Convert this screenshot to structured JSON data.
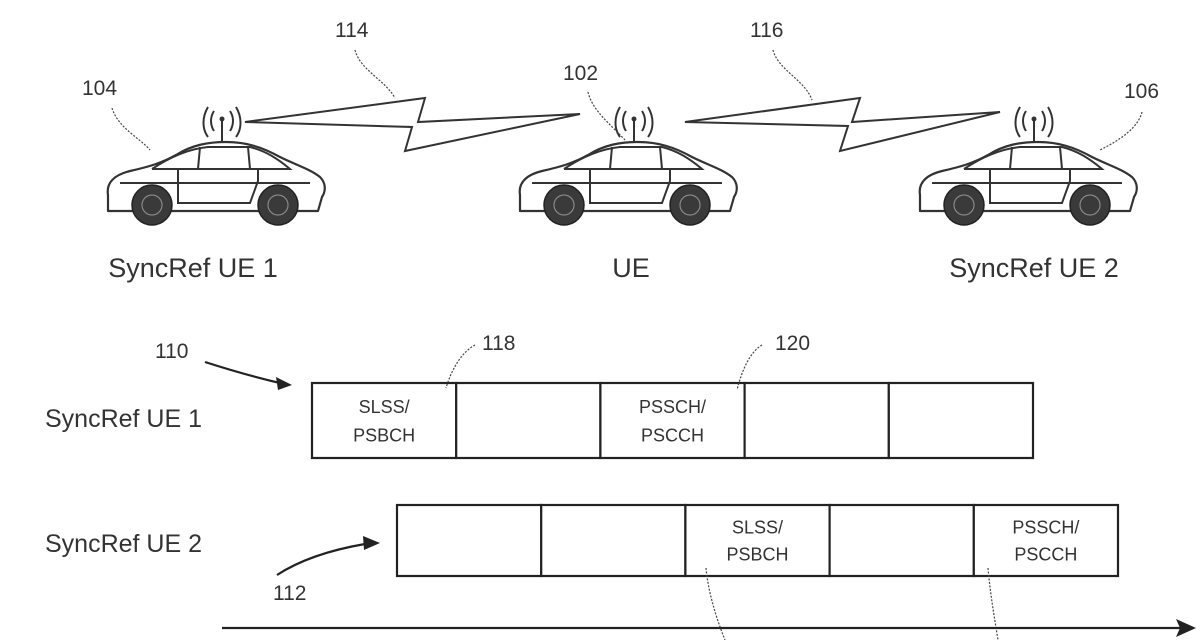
{
  "figure": {
    "vehicles": [
      {
        "id": "syncref-ue-1",
        "label": "SyncRef UE 1",
        "ref": "104"
      },
      {
        "id": "ue",
        "label": "UE",
        "ref": "102"
      },
      {
        "id": "syncref-ue-2",
        "label": "SyncRef UE 2",
        "ref": "106"
      }
    ],
    "links": [
      {
        "ref": "114",
        "from": "SyncRef UE 1",
        "to": "UE"
      },
      {
        "ref": "116",
        "from": "UE",
        "to": "SyncRef UE 2"
      }
    ],
    "timelines": [
      {
        "label": "SyncRef UE 1",
        "ref": "110",
        "slots": [
          {
            "line1": "SLSS/",
            "line2": "PSBCH",
            "ref": "118"
          },
          {
            "line1": "",
            "line2": ""
          },
          {
            "line1": "PSSCH/",
            "line2": "PSCCH",
            "ref": "120"
          },
          {
            "line1": "",
            "line2": ""
          },
          {
            "line1": "",
            "line2": ""
          }
        ]
      },
      {
        "label": "SyncRef UE 2",
        "ref": "112",
        "slots": [
          {
            "line1": "",
            "line2": ""
          },
          {
            "line1": "",
            "line2": ""
          },
          {
            "line1": "SLSS/",
            "line2": "PSBCH"
          },
          {
            "line1": "",
            "line2": ""
          },
          {
            "line1": "PSSCH/",
            "line2": "PSCCH"
          }
        ]
      }
    ],
    "time_axis": {
      "label": ""
    }
  }
}
